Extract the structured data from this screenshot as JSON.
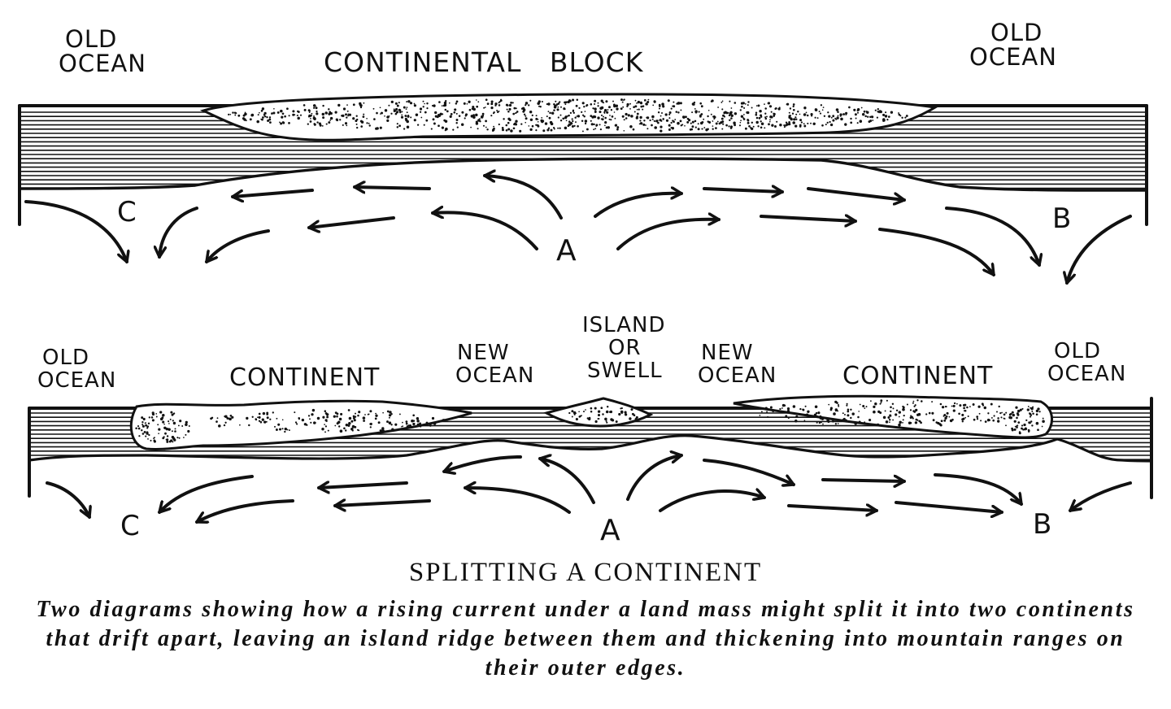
{
  "top_diagram": {
    "old_ocean_left": [
      "OLD",
      "OCEAN"
    ],
    "continental_block": "CONTINENTAL   BLOCK",
    "old_ocean_right": [
      "OLD",
      "OCEAN"
    ],
    "label_c": "C",
    "label_a": "A",
    "label_b": "B"
  },
  "bottom_diagram": {
    "old_ocean_left": [
      "OLD",
      "OCEAN"
    ],
    "continent_left": "CONTINENT",
    "new_ocean_left": [
      "NEW",
      "OCEAN"
    ],
    "island": [
      "ISLAND",
      "OR",
      "SWELL"
    ],
    "new_ocean_right": [
      "NEW",
      "OCEAN"
    ],
    "continent_right": "CONTINENT",
    "old_ocean_right": [
      "OLD",
      "OCEAN"
    ],
    "label_c": "C",
    "label_a": "A",
    "label_b": "B"
  },
  "title": "SPLITTING A CONTINENT",
  "caption": "Two diagrams showing how a rising current under a land mass might split it into two continents that drift apart, leaving an island ridge between them and thickening into mountain ranges on their outer edges."
}
